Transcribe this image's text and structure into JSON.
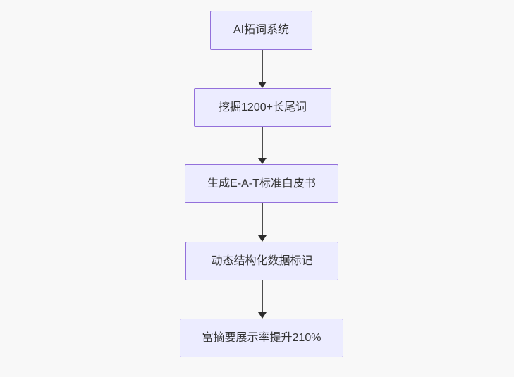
{
  "diagram": {
    "type": "flowchart",
    "direction": "top-down",
    "nodes": [
      {
        "id": "n1",
        "label": "AI拓词系统"
      },
      {
        "id": "n2",
        "label": "挖掘1200+长尾词"
      },
      {
        "id": "n3",
        "label": "生成E-A-T标准白皮书"
      },
      {
        "id": "n4",
        "label": "动态结构化数据标记"
      },
      {
        "id": "n5",
        "label": "富摘要展示率提升210%"
      }
    ],
    "edges": [
      {
        "from": "n1",
        "to": "n2"
      },
      {
        "from": "n2",
        "to": "n3"
      },
      {
        "from": "n3",
        "to": "n4"
      },
      {
        "from": "n4",
        "to": "n5"
      }
    ],
    "colors": {
      "background": "#f8f8f8",
      "node_fill": "#ececff",
      "node_border": "#9370db",
      "node_text": "#333333",
      "edge_line": "#4d4d4d",
      "edge_head": "#2b2b2b"
    }
  }
}
